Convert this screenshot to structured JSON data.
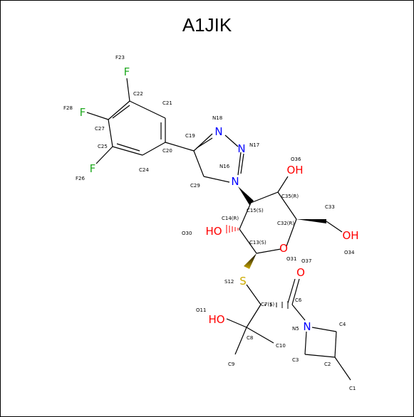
{
  "title": "A1JIK",
  "colors": {
    "carbon": "#000000",
    "fluorine": "#22aa22",
    "nitrogen": "#0000ff",
    "oxygen": "#ff0000",
    "sulfur": "#ccaa00"
  },
  "element_symbols": {
    "F23": "F",
    "F28": "F",
    "F26": "F",
    "N18": "N",
    "N17": "N",
    "N16": "N",
    "N5": "N",
    "OH36": "OH",
    "HO30": "HO",
    "O31": "O",
    "OH34": "OH",
    "O_C6": "O",
    "HO11": "HO",
    "S12": "S"
  },
  "atom_labels": {
    "F23": "F23",
    "C22": "C22",
    "C21": "C21",
    "F28": "F28",
    "C27": "C27",
    "C19": "C19",
    "N18": "N18",
    "C25": "C25",
    "C20": "C20",
    "N17": "N17",
    "F26": "F26",
    "C24": "C24",
    "N16": "N16",
    "O36": "O36",
    "C29": "C29",
    "C35": "C35(R)",
    "C15": "C15(S)",
    "C33": "C33",
    "C14": "C14(R)",
    "C32": "C32(R)",
    "O30": "O30",
    "C13": "C13(S)",
    "O31": "O31",
    "O34": "O34",
    "O37": "O37",
    "S12": "S12",
    "C6": "C6",
    "C7": "C7(S)",
    "O11": "O11",
    "N5": "N5",
    "C4": "C4",
    "C8": "C8",
    "C10": "C10",
    "C3": "C3",
    "C2": "C2",
    "C9": "C9",
    "C1": "C1"
  }
}
